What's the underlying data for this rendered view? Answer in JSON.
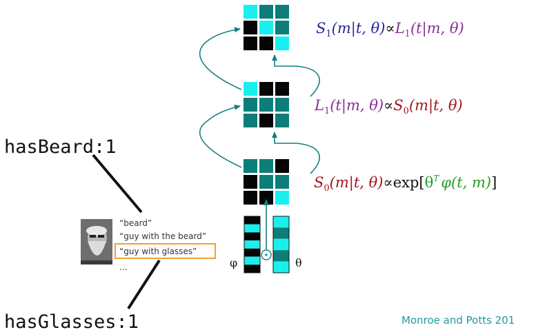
{
  "colors": {
    "cyan": "#19f0ee",
    "teal": "#0c7d78",
    "black": "#050505",
    "arrow": "#12807c",
    "orange": "#f0a030",
    "speaker0_red": "#a1141b",
    "listener_purple": "#8a2b9a",
    "speaker1_blue": "#26239a",
    "green": "#1f9e1f",
    "credit_teal": "#23999a"
  },
  "features": {
    "has_beard": "hasBeard:1",
    "has_glasses": "hasGlasses:1"
  },
  "utterances": [
    "“beard”",
    "“guy with the beard”",
    "“guy with glasses”",
    "..."
  ],
  "symbols": {
    "phi": "φ",
    "theta": "θ",
    "dot_operator": "⊙"
  },
  "equations": {
    "speaker1": {
      "lhs": "S",
      "lhs_sub": "1",
      "lhs_args": "(m|t, θ)",
      "prop": "∝",
      "rhs": "L",
      "rhs_sub": "1",
      "rhs_args": "(t|m, θ)"
    },
    "listener1": {
      "lhs": "L",
      "lhs_sub": "1",
      "lhs_args": "(t|m, θ)",
      "prop": "∝",
      "rhs": "S",
      "rhs_sub": "0",
      "rhs_args": "(m|t, θ)"
    },
    "speaker0": {
      "lhs": "S",
      "lhs_sub": "0",
      "lhs_args": "(m|t, θ)",
      "prop": "∝",
      "exp": "exp",
      "bracket_open": "[",
      "theta": "θ",
      "theta_sup": "T",
      "phi_args": "φ(t, m)",
      "bracket_close": "]"
    }
  },
  "grids": {
    "top": [
      [
        "cyan",
        "teal",
        "teal"
      ],
      [
        "black",
        "cyan",
        "teal"
      ],
      [
        "black",
        "black",
        "cyan"
      ]
    ],
    "middle": [
      [
        "cyan",
        "black",
        "black"
      ],
      [
        "teal",
        "teal",
        "teal"
      ],
      [
        "teal",
        "black",
        "teal"
      ]
    ],
    "bottom": [
      [
        "teal",
        "teal",
        "black"
      ],
      [
        "black",
        "teal",
        "teal"
      ],
      [
        "black",
        "black",
        "cyan"
      ]
    ]
  },
  "phi_column": [
    "black",
    "cyan",
    "black",
    "cyan",
    "black",
    "cyan",
    "black"
  ],
  "theta_column": [
    "cyan",
    "teal",
    "cyan",
    "teal",
    "cyan"
  ],
  "credit": "Monroe and Potts 201"
}
